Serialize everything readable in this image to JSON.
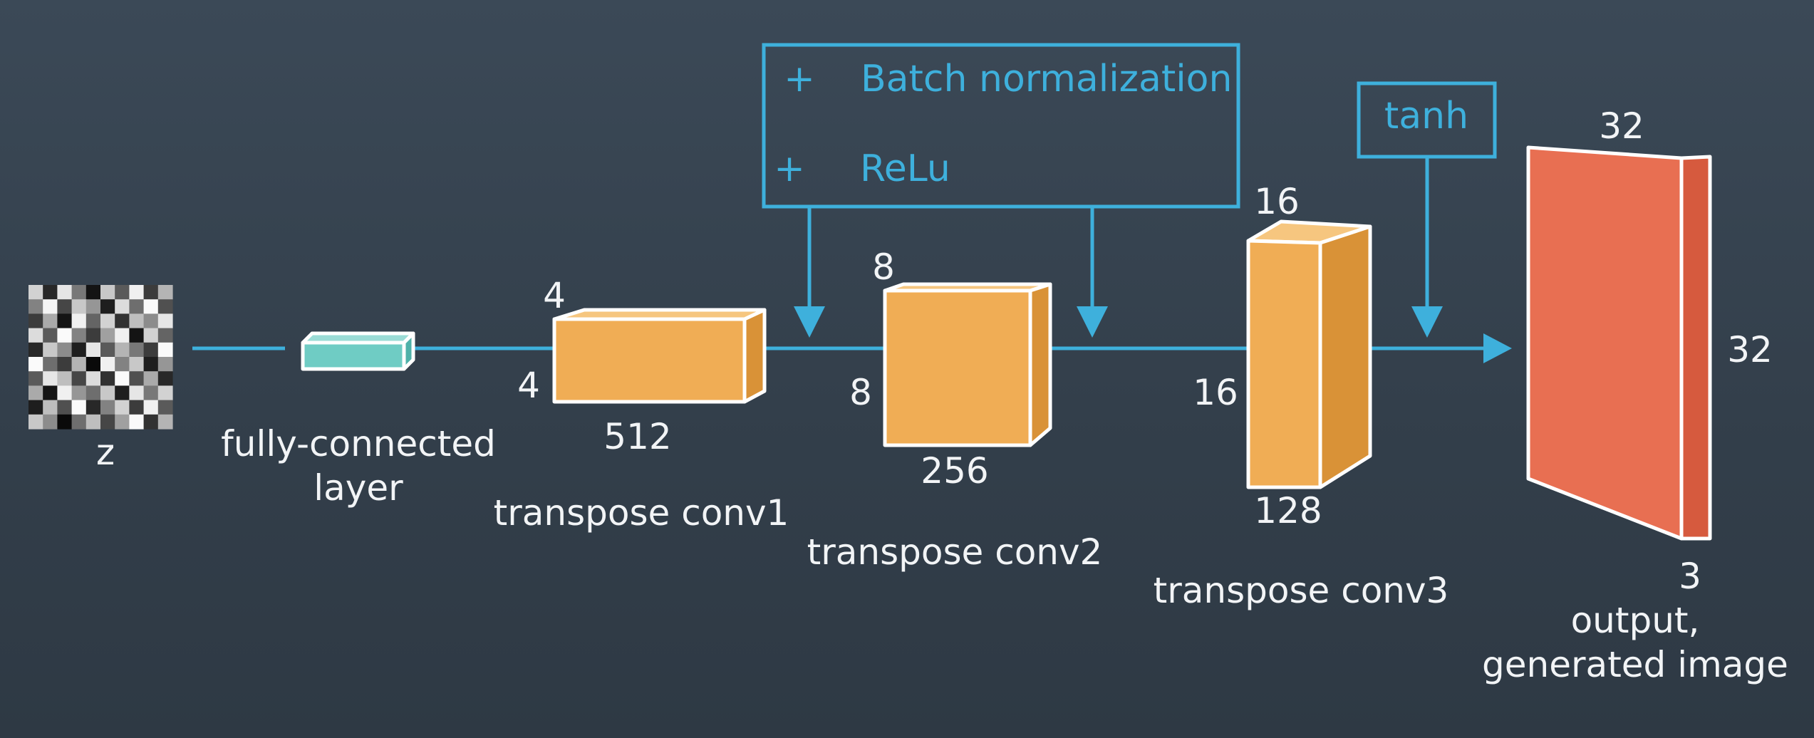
{
  "input": {
    "label": "z"
  },
  "fc_layer": {
    "label_line1": "fully-connected",
    "label_line2": "layer"
  },
  "conv1": {
    "label": "transpose conv1",
    "height": "4",
    "width": "4",
    "depth": "512"
  },
  "conv2": {
    "label": "transpose conv2",
    "height": "8",
    "width": "8",
    "depth": "256"
  },
  "conv3": {
    "label": "transpose conv3",
    "height": "16",
    "width": "16",
    "depth": "128"
  },
  "output": {
    "label_line1": "output,",
    "label_line2": "generated image",
    "height": "32",
    "width": "32",
    "depth": "3"
  },
  "activation_box": {
    "bullet1": "+",
    "item1": "Batch normalization",
    "bullet2": "+",
    "item2": "ReLu"
  },
  "tanh_box": {
    "label": "tanh"
  },
  "colors": {
    "background": "#36434f",
    "flow": "#3eb0dc",
    "conv_block": "#f0ad55",
    "fc_block": "#6fccc4",
    "output_block": "#e86f52",
    "text": "#f2f4f6"
  },
  "noise_grid": {
    "rows": 10,
    "cols": 10,
    "gray": [
      [
        210,
        40,
        230,
        120,
        20,
        200,
        90,
        240,
        60,
        180
      ],
      [
        130,
        245,
        70,
        200,
        150,
        30,
        220,
        110,
        250,
        80
      ],
      [
        60,
        170,
        20,
        240,
        100,
        210,
        50,
        190,
        140,
        230
      ],
      [
        220,
        90,
        250,
        130,
        60,
        160,
        240,
        20,
        210,
        100
      ],
      [
        40,
        200,
        140,
        30,
        230,
        90,
        180,
        120,
        60,
        250
      ],
      [
        250,
        110,
        60,
        180,
        10,
        240,
        130,
        200,
        30,
        150
      ],
      [
        90,
        230,
        190,
        70,
        220,
        50,
        250,
        80,
        170,
        40
      ],
      [
        170,
        20,
        240,
        150,
        110,
        200,
        30,
        230,
        120,
        210
      ],
      [
        30,
        190,
        80,
        250,
        40,
        130,
        210,
        60,
        240,
        90
      ],
      [
        200,
        140,
        10,
        110,
        190,
        70,
        160,
        250,
        50,
        180
      ]
    ]
  }
}
